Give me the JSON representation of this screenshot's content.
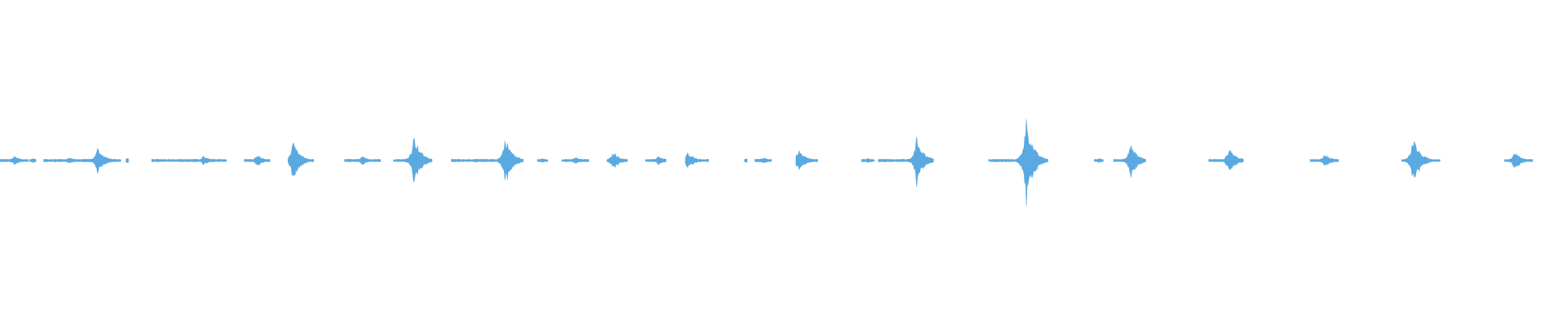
{
  "waveform": {
    "color": "#5aa9e0",
    "duration_s": 120,
    "peak_amplitude": 1.0,
    "bursts": [
      {
        "t": 0.0,
        "len": 2.2,
        "amp": 0.04
      },
      {
        "t": 2.3,
        "len": 0.5,
        "amp": 0.02
      },
      {
        "t": 3.4,
        "len": 4.0,
        "amp": 0.03
      },
      {
        "t": 6.4,
        "len": 3.0,
        "amp": 0.12,
        "peak_at": 1.2
      },
      {
        "t": 9.8,
        "len": 0.2,
        "amp": 0.02
      },
      {
        "t": 11.8,
        "len": 5.8,
        "amp": 0.04,
        "peak_at": 4.0
      },
      {
        "t": 19.0,
        "len": 2.0,
        "amp": 0.05,
        "peak_at": 1.0
      },
      {
        "t": 22.4,
        "len": 2.0,
        "amp": 0.17,
        "peak_at": 0.4
      },
      {
        "t": 26.8,
        "len": 2.8,
        "amp": 0.04
      },
      {
        "t": 30.6,
        "len": 3.0,
        "amp": 0.24,
        "peak_at": 1.6
      },
      {
        "t": 35.1,
        "len": 5.6,
        "amp": 0.22,
        "peak_at": 4.2
      },
      {
        "t": 41.8,
        "len": 0.8,
        "amp": 0.02
      },
      {
        "t": 43.7,
        "len": 2.1,
        "amp": 0.03
      },
      {
        "t": 47.2,
        "len": 1.6,
        "amp": 0.08,
        "peak_at": 0.5
      },
      {
        "t": 50.2,
        "len": 1.6,
        "amp": 0.04,
        "peak_at": 1.0
      },
      {
        "t": 53.3,
        "len": 1.8,
        "amp": 0.08,
        "peak_at": 0.2
      },
      {
        "t": 57.9,
        "len": 0.2,
        "amp": 0.02
      },
      {
        "t": 58.7,
        "len": 1.3,
        "amp": 0.03
      },
      {
        "t": 61.9,
        "len": 1.7,
        "amp": 0.1,
        "peak_at": 0.2
      },
      {
        "t": 67.0,
        "len": 1.0,
        "amp": 0.02
      },
      {
        "t": 68.3,
        "len": 4.3,
        "amp": 0.22,
        "peak_at": 3.0
      },
      {
        "t": 76.9,
        "len": 4.6,
        "amp": 0.4,
        "peak_at": 2.9
      },
      {
        "t": 85.1,
        "len": 0.7,
        "amp": 0.02
      },
      {
        "t": 86.6,
        "len": 2.5,
        "amp": 0.16,
        "peak_at": 1.3
      },
      {
        "t": 94.0,
        "len": 2.7,
        "amp": 0.12,
        "peak_at": 1.6
      },
      {
        "t": 101.9,
        "len": 2.2,
        "amp": 0.06
      },
      {
        "t": 109.0,
        "len": 3.0,
        "amp": 0.22,
        "peak_at": 0.9
      },
      {
        "t": 117.0,
        "len": 2.2,
        "amp": 0.08,
        "peak_at": 0.8
      }
    ]
  }
}
